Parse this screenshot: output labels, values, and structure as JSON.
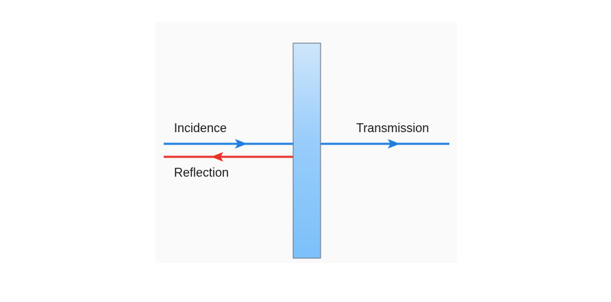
{
  "labels": {
    "incidence": "Incidence",
    "reflection": "Reflection",
    "transmission": "Transmission"
  },
  "colors": {
    "incident_ray": "#1f7fe0",
    "reflected_ray": "#e8322b",
    "transmitted_ray": "#1f7fe0",
    "slab_top": "#cfe6fb",
    "slab_bottom": "#7cc0fa",
    "slab_border": "#6f7f8f"
  }
}
